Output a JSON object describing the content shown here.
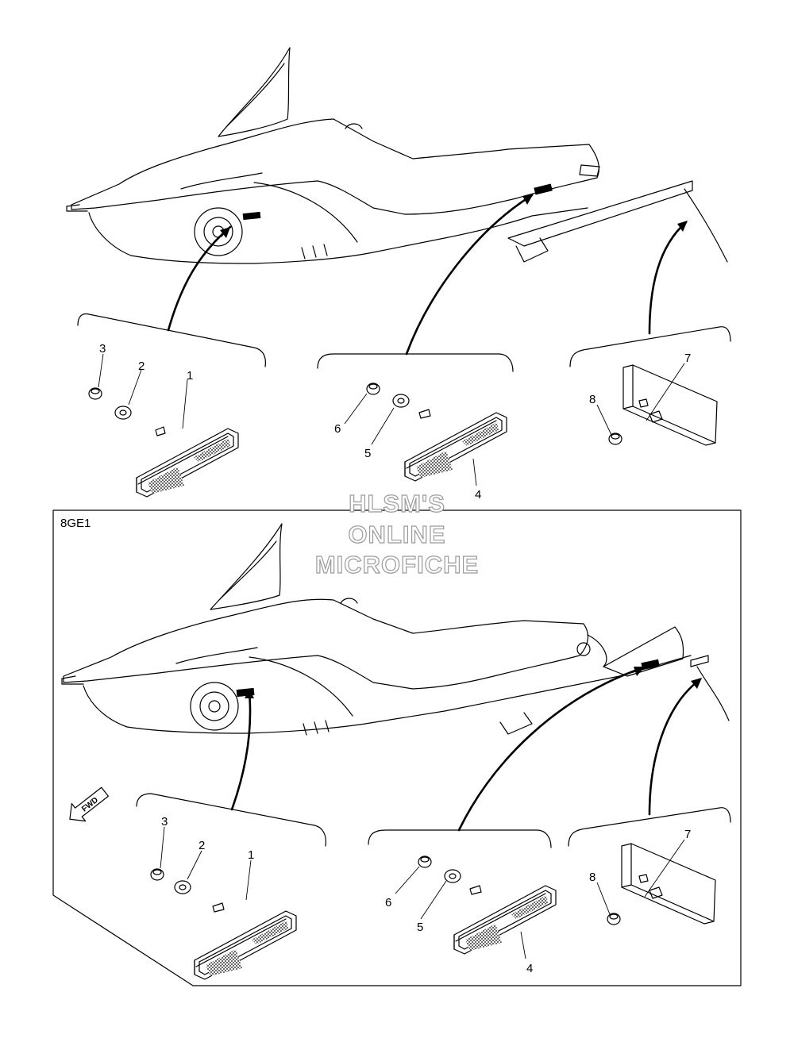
{
  "variant_label": "8GE1",
  "watermark": [
    "HLSM'S",
    "ONLINE",
    "MICROFICHE"
  ],
  "fwd_label": "FWD",
  "top_callouts": [
    {
      "number": "1",
      "part": "reflector"
    },
    {
      "number": "2",
      "part": "washer"
    },
    {
      "number": "3",
      "part": "nut"
    },
    {
      "number": "4",
      "part": "reflector"
    },
    {
      "number": "5",
      "part": "washer"
    },
    {
      "number": "6",
      "part": "nut"
    },
    {
      "number": "7",
      "part": "reflector"
    },
    {
      "number": "8",
      "part": "nut"
    }
  ],
  "bottom_callouts": [
    {
      "number": "1",
      "part": "reflector"
    },
    {
      "number": "2",
      "part": "washer"
    },
    {
      "number": "3",
      "part": "nut"
    },
    {
      "number": "4",
      "part": "reflector"
    },
    {
      "number": "5",
      "part": "washer"
    },
    {
      "number": "6",
      "part": "nut"
    },
    {
      "number": "7",
      "part": "reflector"
    },
    {
      "number": "8",
      "part": "nut"
    }
  ]
}
